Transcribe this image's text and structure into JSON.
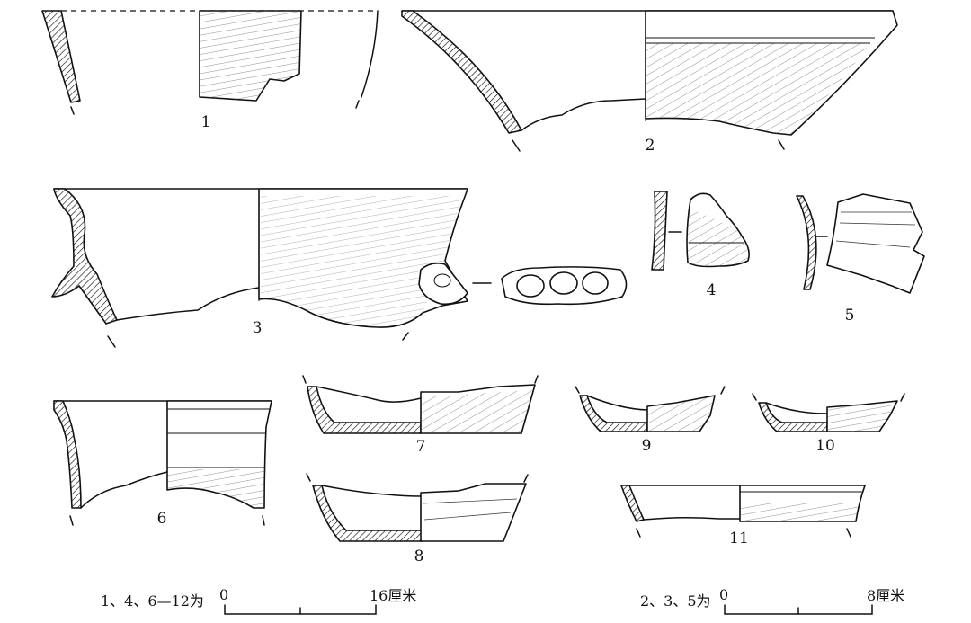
{
  "figure": {
    "labels": [
      "1",
      "2",
      "3",
      "4",
      "5",
      "6",
      "7",
      "8",
      "9",
      "10",
      "11"
    ]
  },
  "scales": {
    "left": {
      "caption": "1、4、6—12为",
      "start": "0",
      "end": "16厘米"
    },
    "right": {
      "caption": "2、3、5为",
      "start": "0",
      "end": "8厘米"
    }
  }
}
